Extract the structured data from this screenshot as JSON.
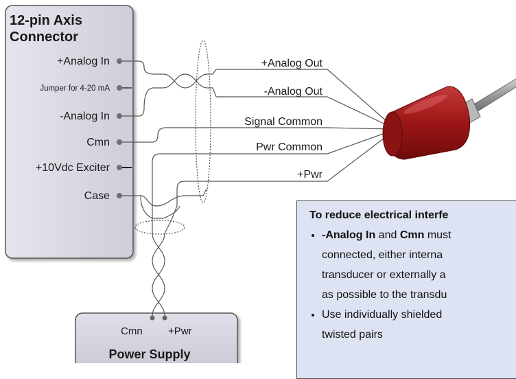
{
  "connector": {
    "title_line1": "12-pin Axis",
    "title_line2": "Connector",
    "pins": [
      "+Analog In",
      "Jumper for 4-20 mA",
      "-Analog In",
      "Cmn",
      "+10Vdc Exciter",
      "Case"
    ]
  },
  "power_supply": {
    "title": "Power Supply",
    "cmn_label": "Cmn",
    "pwr_label": "+Pwr"
  },
  "wires": {
    "analog_out_pos": "+Analog Out",
    "analog_out_neg": "-Analog Out",
    "signal_common": "Signal Common",
    "pwr_common": "Pwr Common",
    "pwr": "+Pwr"
  },
  "note": {
    "title": "To reduce electrical interfe",
    "bullet1_lines": [
      [
        "-Analog In",
        " and ",
        "Cmn",
        " must"
      ],
      "connected, either interna",
      "transducer or externally a",
      "as possible to the transdu"
    ],
    "bullet2_lines": [
      "Use individually shielded",
      "twisted pairs"
    ]
  },
  "colors": {
    "connector_fill": "#d8d6e0",
    "transducer_red": "#a81e1e",
    "note_fill": "#dde3f2",
    "wire": "#555555"
  }
}
